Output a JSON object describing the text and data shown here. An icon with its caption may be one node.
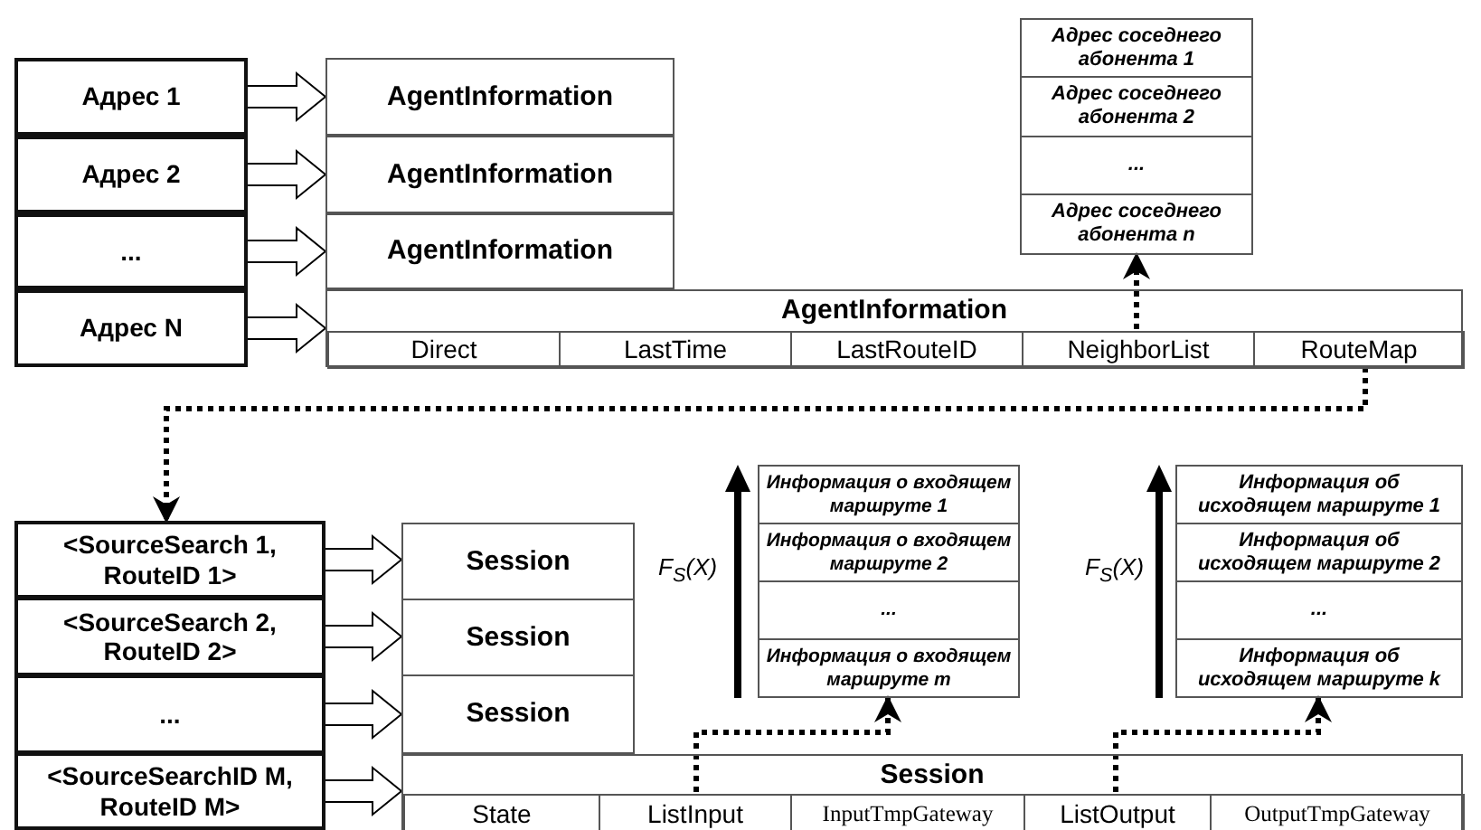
{
  "diagram": {
    "nodes": [
      {
        "text": [
          "Адрес 1"
        ]
      },
      {
        "text": [
          "Адрес 2"
        ]
      },
      {
        "text": [
          "..."
        ]
      },
      {
        "text": [
          "Адрес N"
        ]
      },
      {
        "text": [
          "AgentInformation"
        ]
      },
      {
        "text": [
          "AgentInformation"
        ]
      },
      {
        "text": [
          "AgentInformation"
        ]
      },
      {
        "text": [
          "AgentInformation"
        ]
      },
      {
        "text": [
          "Direct"
        ],
        "in": 7
      },
      {
        "text": [
          "LastTime"
        ],
        "in": 7
      },
      {
        "text": [
          "LastRouteID"
        ],
        "in": 7
      },
      {
        "text": [
          "NeighborList"
        ],
        "in": 7
      },
      {
        "text": [
          "RouteMap"
        ],
        "in": 7
      },
      {
        "text": [
          "Адрес соседнего абонента 1"
        ]
      },
      {
        "text": [
          "Адрес соседнего абонента 2"
        ]
      },
      {
        "text": [
          "..."
        ]
      },
      {
        "text": [
          "Адрес соседнего абонента n"
        ]
      },
      {
        "text": [
          "<SourceSearch 1, RouteID 1>"
        ]
      },
      {
        "text": [
          "<SourceSearch 2, RouteID 2>"
        ]
      },
      {
        "text": [
          "..."
        ]
      },
      {
        "text": [
          "<SourceSearchID M, RouteID M>"
        ]
      },
      {
        "text": [
          "Session"
        ]
      },
      {
        "text": [
          "Session"
        ]
      },
      {
        "text": [
          "Session"
        ]
      },
      {
        "text": [
          "Session"
        ]
      },
      {
        "text": [
          "State"
        ],
        "in": 24
      },
      {
        "text": [
          "ListInput"
        ],
        "in": 24
      },
      {
        "text": [
          "InputTmpGateway"
        ],
        "in": 24
      },
      {
        "text": [
          "ListOutput"
        ],
        "in": 24
      },
      {
        "text": [
          "OutputTmpGateway"
        ],
        "in": 24
      },
      {
        "text": [
          "Информация о входящем маршруте 1"
        ]
      },
      {
        "text": [
          "Информация о входящем маршруте 2"
        ]
      },
      {
        "text": [
          "..."
        ]
      },
      {
        "text": [
          "Информация о входящем маршруте m"
        ]
      },
      {
        "text": [
          "Информация об исходящем маршруте 1"
        ]
      },
      {
        "text": [
          "Информация об исходящем маршруте 2"
        ]
      },
      {
        "text": [
          "..."
        ]
      },
      {
        "text": [
          "Информация об исходящем маршруте k"
        ]
      }
    ],
    "edges": [
      {
        "from": 0,
        "to": 4,
        "arrow": "to"
      },
      {
        "from": 1,
        "to": 5,
        "arrow": "to"
      },
      {
        "from": 2,
        "to": 6,
        "arrow": "to"
      },
      {
        "from": 3,
        "to": 7,
        "arrow": "to"
      },
      {
        "from": 11,
        "to": 16,
        "arrow": "to",
        "style": "dashed"
      },
      {
        "from": 12,
        "to": 17,
        "arrow": "to",
        "style": "dashed"
      },
      {
        "from": 17,
        "to": 21,
        "arrow": "to"
      },
      {
        "from": 18,
        "to": 22,
        "arrow": "to"
      },
      {
        "from": 19,
        "to": 23,
        "arrow": "to"
      },
      {
        "from": 20,
        "to": 24,
        "arrow": "to"
      },
      {
        "from": 26,
        "to": 33,
        "arrow": "to",
        "style": "dashed"
      },
      {
        "from": 28,
        "to": 37,
        "arrow": "to",
        "style": "dashed"
      }
    ],
    "labels": [
      "F$_{S}$(X)",
      "F$_{S}$(X)"
    ]
  }
}
